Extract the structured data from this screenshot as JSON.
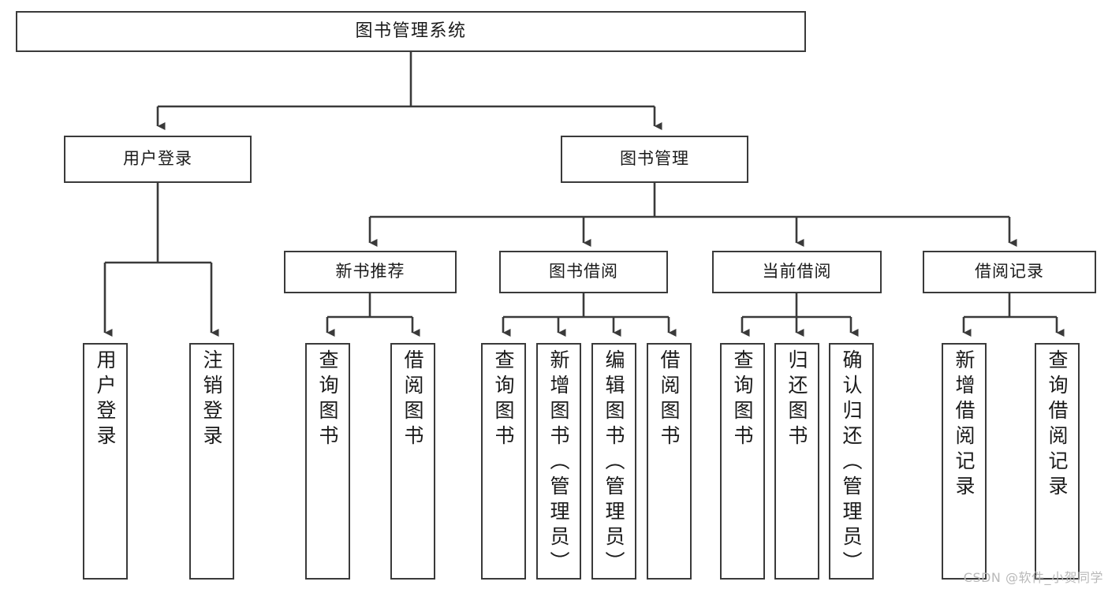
{
  "diagram": {
    "title": "图书管理系统",
    "type": "hierarchy-tree",
    "colors": {
      "box_border": "#3a3a3a",
      "box_fill": "#ffffff",
      "edge": "#3a3a3a",
      "text": "#1a1a1a",
      "watermark": "#b9b9b9"
    },
    "root": {
      "label": "图书管理系统"
    },
    "level2": [
      {
        "label": "用户登录"
      },
      {
        "label": "图书管理"
      }
    ],
    "level3": [
      {
        "label": "新书推荐"
      },
      {
        "label": "图书借阅"
      },
      {
        "label": "当前借阅"
      },
      {
        "label": "借阅记录"
      }
    ],
    "leaves": {
      "user_login": [
        {
          "label": "用户登录"
        },
        {
          "label": "注销登录"
        }
      ],
      "new_book_recommend": [
        {
          "label": "查询图书"
        },
        {
          "label": "借阅图书"
        }
      ],
      "book_borrow": [
        {
          "label": "查询图书"
        },
        {
          "label": "新增图书（管理员）"
        },
        {
          "label": "编辑图书（管理员）"
        },
        {
          "label": "借阅图书"
        }
      ],
      "current_borrow": [
        {
          "label": "查询图书"
        },
        {
          "label": "归还图书"
        },
        {
          "label": "确认归还（管理员）"
        }
      ],
      "borrow_record": [
        {
          "label": "新增借阅记录"
        },
        {
          "label": "查询借阅记录"
        }
      ]
    }
  },
  "watermark": {
    "text": "CSDN @软件_小贺同学"
  }
}
